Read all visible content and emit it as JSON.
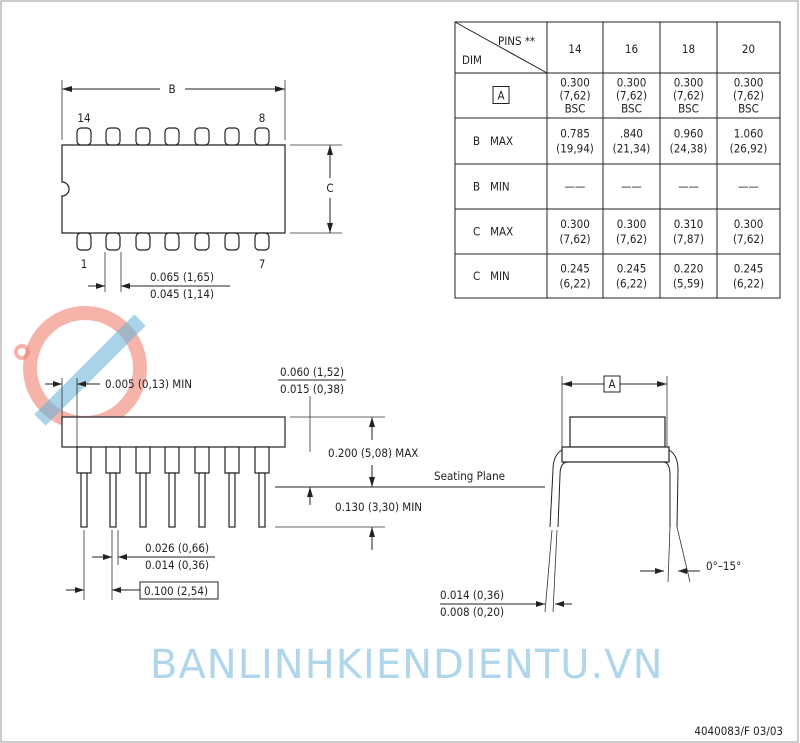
{
  "watermark": {
    "text": "BANLINHKIENDIENTU.VN",
    "colors": {
      "blue": "#6fb6dc",
      "red": "#f08070"
    }
  },
  "top_view": {
    "dim_b": "B",
    "dim_c": "C",
    "pin_14": "14",
    "pin_8": "8",
    "pin_1": "1",
    "pin_7": "7",
    "pin_width_max": "0.065 (1,65)",
    "pin_width_min": "0.045 (1,14)"
  },
  "table": {
    "header_pins": "PINS **",
    "header_dim": "DIM",
    "pin_counts": [
      "14",
      "16",
      "18",
      "20"
    ],
    "rows": [
      {
        "label": "A",
        "boxed": true,
        "cells": [
          [
            "0.300",
            "(7,62)",
            "BSC"
          ],
          [
            "0.300",
            "(7,62)",
            "BSC"
          ],
          [
            "0.300",
            "(7,62)",
            "BSC"
          ],
          [
            "0.300",
            "(7,62)",
            "BSC"
          ]
        ]
      },
      {
        "label": "B   MAX",
        "cells": [
          [
            "0.785",
            "(19,94)"
          ],
          [
            ".840",
            "(21,34)"
          ],
          [
            "0.960",
            "(24,38)"
          ],
          [
            "1.060",
            "(26,92)"
          ]
        ]
      },
      {
        "label": "B   MIN",
        "cells": [
          [
            "——"
          ],
          [
            "——"
          ],
          [
            "——"
          ],
          [
            "——"
          ]
        ]
      },
      {
        "label": "C   MAX",
        "cells": [
          [
            "0.300",
            "(7,62)"
          ],
          [
            "0.300",
            "(7,62)"
          ],
          [
            "0.310",
            "(7,87)"
          ],
          [
            "0.300",
            "(7,62)"
          ]
        ]
      },
      {
        "label": "C   MIN",
        "cells": [
          [
            "0.245",
            "(6,22)"
          ],
          [
            "0.245",
            "(6,22)"
          ],
          [
            "0.220",
            "(5,59)"
          ],
          [
            "0.245",
            "(6,22)"
          ]
        ]
      }
    ]
  },
  "side_view": {
    "end_gap": "0.005 (0,13) MIN",
    "shoulder_max": "0.060 (1,52)",
    "shoulder_min": "0.015 (0,38)",
    "height_max": "0.200 (5,08) MAX",
    "seating_plane": "Seating Plane",
    "standoff_min": "0.130 (3,30) MIN",
    "lead_width_max": "0.026 (0,66)",
    "lead_width_min": "0.014 (0,36)",
    "pitch": "0.100 (2,54)"
  },
  "end_view": {
    "dim_a": "A",
    "angle": "0°–15°",
    "lead_thk_max": "0.014 (0,36)",
    "lead_thk_min": "0.008 (0,20)"
  },
  "footer": {
    "drawing_number": "4040083/F 03/03"
  }
}
